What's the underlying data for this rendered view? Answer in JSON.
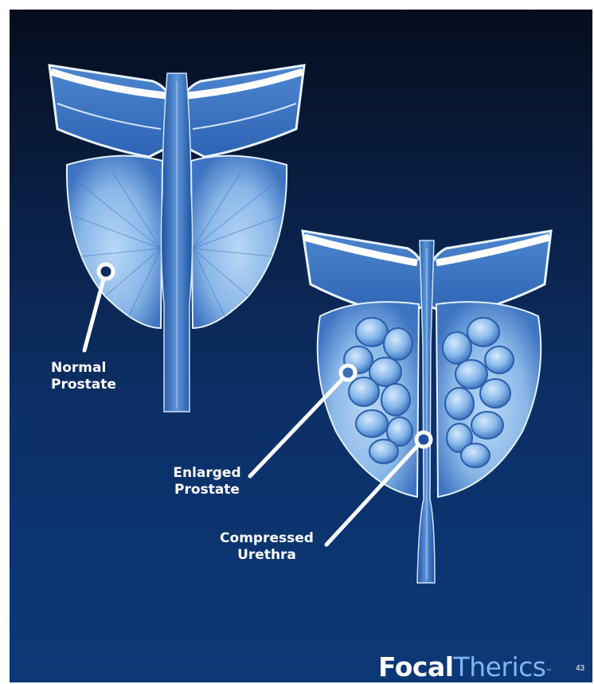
{
  "labels": {
    "normal": [
      "Normal",
      "Prostate"
    ],
    "enlarged": [
      "Enlarged",
      "Prostate"
    ],
    "compressed": [
      "Compressed",
      "Urethra"
    ]
  },
  "logo": {
    "bold": "Focal",
    "light": "Therics",
    "tm": "™"
  },
  "page_number": "43",
  "colors": {
    "background_top": "#050d1d",
    "background_bottom": "#0d3877",
    "tissue_light": "#9cc6f0",
    "tissue_dark": "#2d63b4",
    "logo_accent": "#7fb6f2"
  }
}
